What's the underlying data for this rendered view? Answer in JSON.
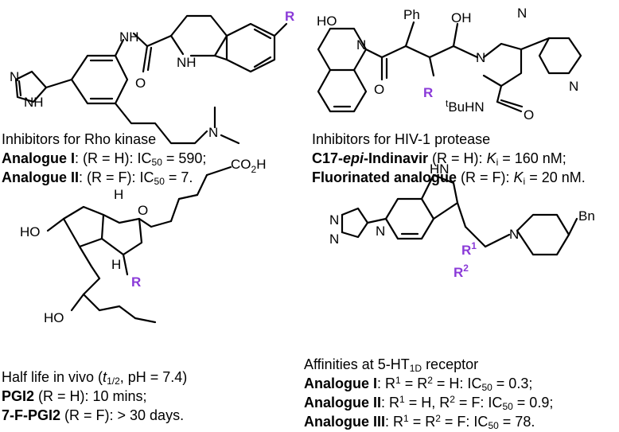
{
  "panels": {
    "rho": {
      "title": "Inhibitors for Rho kinase",
      "l1_name": "Analogue I",
      "l1_rest": ": (R = H): IC",
      "l1_sub": "50",
      "l1_val": " = 590;",
      "l2_name": "Analogue II",
      "l2_rest": ": (R = F): IC",
      "l2_sub": "50",
      "l2_val": " = 7."
    },
    "hiv": {
      "title": "Inhibitors for HIV-1 protease",
      "l1_name_a": "C17-",
      "l1_name_b": "epi",
      "l1_name_c": "-Indinavir",
      "l1_rest": " (R = H): ",
      "l1_k": "K",
      "l1_ksub": "i",
      "l1_val": " = 160 nM;",
      "l2_name": "Fluorinated analogue",
      "l2_rest": " (R = F): ",
      "l2_k": "K",
      "l2_ksub": "i",
      "l2_val": " = 20 nM."
    },
    "pgi": {
      "title_a": "Half life in vivo (",
      "title_t": "t",
      "title_sub": "1/2",
      "title_b": ", pH = 7.4)",
      "l1_name": "PGI2",
      "l1_rest": " (R = H): 10 mins;",
      "l2_name": "7-F-PGI2",
      "l2_rest": " (R = F): > 30 days."
    },
    "ht": {
      "title_a": "Affinities at 5-HT",
      "title_sub": "1D",
      "title_b": " receptor",
      "l1_name": "Analogue I",
      "l1_rest": ": R",
      "l1_s1": "1",
      "l1_mid": " = R",
      "l1_s2": "2",
      "l1_tail": " = H: IC",
      "l1_sub": "50",
      "l1_val": " = 0.3;",
      "l2_name": "Analogue II",
      "l2_rest": ": R",
      "l2_s1": "1",
      "l2_mid": " = H, R",
      "l2_s2": "2",
      "l2_tail": " = F: IC",
      "l2_sub": "50",
      "l2_val": " = 0.9;",
      "l3_name": "Analogue III",
      "l3_rest": ": R",
      "l3_s1": "1",
      "l3_mid": " = R",
      "l3_s2": "2",
      "l3_tail": " = F: IC",
      "l3_sub": "50",
      "l3_val": " = 78."
    }
  },
  "atom_labels": {
    "R": "R",
    "R1": "R",
    "R1_sup": "1",
    "R2": "R",
    "R2_sup": "2",
    "NH": "NH",
    "H": "H",
    "N": "N",
    "O": "O",
    "HO": "HO",
    "OH": "OH",
    "Ph": "Ph",
    "tBuHN_sup": "t",
    "tBuHN": "BuHN",
    "CO2H": "CO",
    "CO2H_sub": "2",
    "CO2H_end": "H",
    "HN": "HN",
    "Bn": "Bn"
  },
  "colors": {
    "r_group": "#8a3ad8",
    "ink": "#000000"
  }
}
